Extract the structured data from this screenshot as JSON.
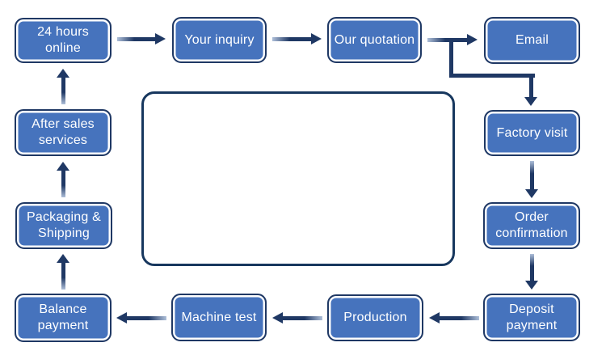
{
  "diagram": {
    "type": "flowchart-cycle",
    "description_visible_text_only": true
  },
  "colors": {
    "background": "#ffffff",
    "node_fill": "#4673bd",
    "node_border": "#1f3864",
    "node_inner_ring": "#ffffff",
    "node_text": "#ffffff",
    "arrow": "#1f3864",
    "arrow_tail_fade": "#aebfd9",
    "center_box_border": "#17375e"
  },
  "nodes": {
    "hours_online": {
      "label": "24 hours\nonline"
    },
    "your_inquiry": {
      "label": "Your inquiry"
    },
    "our_quotation": {
      "label": "Our quotation"
    },
    "email": {
      "label": "Email"
    },
    "factory_visit": {
      "label": "Factory visit"
    },
    "order_confirmation": {
      "label": "Order\nconfirmation"
    },
    "deposit_payment": {
      "label": "Deposit\npayment"
    },
    "production": {
      "label": "Production"
    },
    "machine_test": {
      "label": "Machine test"
    },
    "balance_payment": {
      "label": "Balance\npayment"
    },
    "packaging_shipping": {
      "label": "Packaging &\nShipping"
    },
    "after_sales": {
      "label": "After sales\nservices"
    }
  },
  "edges": [
    {
      "from": "24 hours online",
      "to": "Your inquiry"
    },
    {
      "from": "Your inquiry",
      "to": "Our quotation"
    },
    {
      "from": "Our quotation",
      "to": "Email"
    },
    {
      "from": "Our quotation",
      "to": "Factory visit"
    },
    {
      "from": "Factory visit",
      "to": "Order confirmation"
    },
    {
      "from": "Order confirmation",
      "to": "Deposit payment"
    },
    {
      "from": "Deposit payment",
      "to": "Production"
    },
    {
      "from": "Production",
      "to": "Machine test"
    },
    {
      "from": "Machine test",
      "to": "Balance payment"
    },
    {
      "from": "Balance payment",
      "to": "Packaging & Shipping"
    },
    {
      "from": "Packaging & Shipping",
      "to": "After sales services"
    },
    {
      "from": "After sales services",
      "to": "24 hours online"
    }
  ]
}
